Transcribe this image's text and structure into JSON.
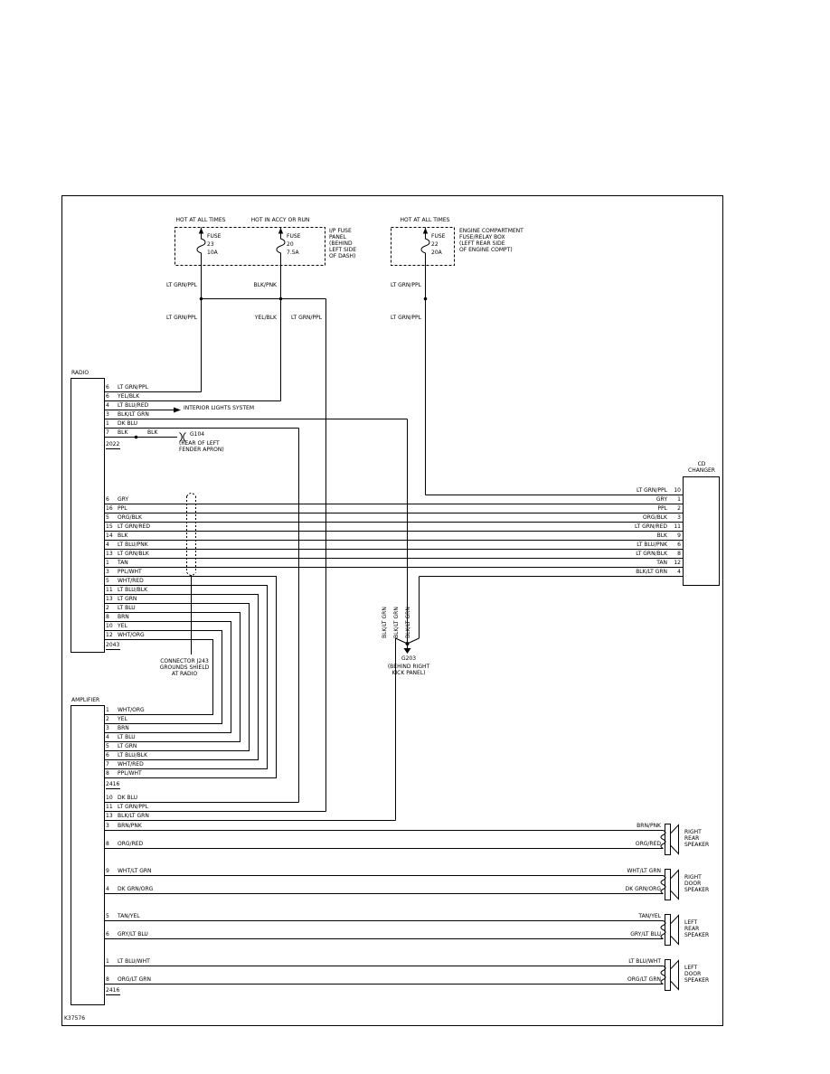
{
  "doc_id": "K37576",
  "power": {
    "hot_labels": [
      "HOT AT ALL TIMES",
      "HOT IN ACCY OR RUN",
      "HOT AT ALL TIMES"
    ],
    "ip_panel_note": "I/P FUSE\nPANEL\n(BEHIND\nLEFT SIDE\nOF DASH)",
    "engine_box_note": "ENGINE COMPARTMENT\nFUSE/RELAY BOX\n(LEFT REAR SIDE\nOF ENGINE COMPT)",
    "fuses": [
      "FUSE\n23\n10A",
      "FUSE\n20\n7.5A",
      "FUSE\n22\n20A"
    ],
    "feed_labels_upper": [
      "LT GRN/PPL",
      "BLK/PNK",
      "LT GRN/PPL"
    ],
    "feed_labels_lower": [
      "LT GRN/PPL",
      "YEL/BLK",
      "LT GRN/PPL",
      "LT GRN/PPL"
    ]
  },
  "interior_lights_label": "INTERIOR LIGHTS SYSTEM",
  "g104": {
    "wire_label": "BLK",
    "name": "G104",
    "note": "(REAR OF LEFT\nFENDER APRON)"
  },
  "g203": {
    "name": "G203",
    "note": "(BEHIND RIGHT\nKICK PANEL)",
    "wire_labels": [
      "BLK/LT GRN",
      "BLK/LT GRN",
      "BLK/LT GRN"
    ]
  },
  "shield_note": "CONNECTOR J243\nGROUNDS SHIELD\nAT RADIO",
  "radio": {
    "title": "RADIO",
    "connector1": {
      "id": "2022",
      "pins": [
        {
          "pin": "6",
          "wire": "LT GRN/PPL"
        },
        {
          "pin": "6",
          "wire": "YEL/BLK"
        },
        {
          "pin": "4",
          "wire": "LT BLU/RED"
        },
        {
          "pin": "3",
          "wire": "BLK/LT GRN"
        },
        {
          "pin": "1",
          "wire": "DK BLU"
        },
        {
          "pin": "7",
          "wire": "BLK"
        }
      ]
    },
    "connector2": {
      "id": "2043",
      "pins": [
        {
          "pin": "6",
          "wire": "GRY"
        },
        {
          "pin": "16",
          "wire": "PPL"
        },
        {
          "pin": "5",
          "wire": "ORG/BLK"
        },
        {
          "pin": "15",
          "wire": "LT GRN/RED"
        },
        {
          "pin": "14",
          "wire": "BLK"
        },
        {
          "pin": "4",
          "wire": "LT BLU/PNK"
        },
        {
          "pin": "13",
          "wire": "LT GRN/BLK"
        },
        {
          "pin": "1",
          "wire": "TAN"
        },
        {
          "pin": "3",
          "wire": "PPL/WHT"
        },
        {
          "pin": "5",
          "wire": "WHT/RED"
        },
        {
          "pin": "11",
          "wire": "LT BLU/BLK"
        },
        {
          "pin": "13",
          "wire": "LT GRN"
        },
        {
          "pin": "2",
          "wire": "LT BLU"
        },
        {
          "pin": "8",
          "wire": "BRN"
        },
        {
          "pin": "10",
          "wire": "YEL"
        },
        {
          "pin": "12",
          "wire": "WHT/ORG"
        }
      ]
    }
  },
  "cd_changer": {
    "title": "CD\nCHANGER",
    "pins": [
      {
        "wire": "LT GRN/PPL",
        "pin": "10"
      },
      {
        "wire": "GRY",
        "pin": "1"
      },
      {
        "wire": "PPL",
        "pin": "2"
      },
      {
        "wire": "ORG/BLK",
        "pin": "3"
      },
      {
        "wire": "LT GRN/RED",
        "pin": "11"
      },
      {
        "wire": "BLK",
        "pin": "9"
      },
      {
        "wire": "LT BLU/PNK",
        "pin": "6"
      },
      {
        "wire": "LT GRN/BLK",
        "pin": "8"
      },
      {
        "wire": "TAN",
        "pin": "12"
      },
      {
        "wire": "BLK/LT GRN",
        "pin": "4"
      }
    ]
  },
  "amplifier": {
    "title": "AMPLIFIER",
    "connector1": {
      "id": "2416",
      "pins": [
        {
          "pin": "1",
          "wire": "WHT/ORG"
        },
        {
          "pin": "2",
          "wire": "YEL"
        },
        {
          "pin": "3",
          "wire": "BRN"
        },
        {
          "pin": "4",
          "wire": "LT BLU"
        },
        {
          "pin": "5",
          "wire": "LT GRN"
        },
        {
          "pin": "6",
          "wire": "LT BLU/BLK"
        },
        {
          "pin": "7",
          "wire": "WHT/RED"
        },
        {
          "pin": "8",
          "wire": "PPL/WHT"
        }
      ]
    },
    "connector2": {
      "id": "2416",
      "head_pins": [
        {
          "pin": "10",
          "wire": "DK BLU"
        },
        {
          "pin": "11",
          "wire": "LT GRN/PPL"
        },
        {
          "pin": "13",
          "wire": "BLK/LT GRN"
        }
      ]
    }
  },
  "speakers": [
    {
      "name": "RIGHT\nREAR\nSPEAKER",
      "feeds": [
        {
          "pin": "3",
          "wire": "BRN/PNK"
        },
        {
          "pin": "8",
          "wire": "ORG/RED"
        }
      ]
    },
    {
      "name": "RIGHT\nDOOR\nSPEAKER",
      "feeds": [
        {
          "pin": "9",
          "wire": "WHT/LT GRN"
        },
        {
          "pin": "4",
          "wire": "DK GRN/ORG"
        }
      ]
    },
    {
      "name": "LEFT\nREAR\nSPEAKER",
      "feeds": [
        {
          "pin": "5",
          "wire": "TAN/YEL"
        },
        {
          "pin": "6",
          "wire": "GRY/LT BLU"
        }
      ]
    },
    {
      "name": "LEFT\nDOOR\nSPEAKER",
      "feeds": [
        {
          "pin": "1",
          "wire": "LT BLU/WHT"
        },
        {
          "pin": "8",
          "wire": "ORG/LT GRN"
        }
      ]
    }
  ]
}
